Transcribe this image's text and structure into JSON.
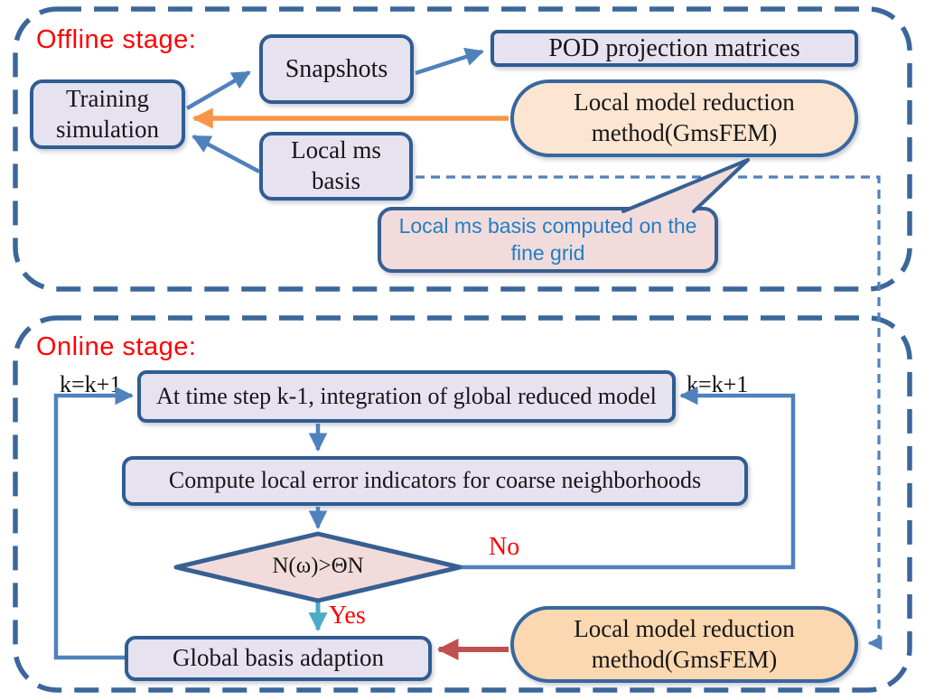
{
  "offline": {
    "label": "Offline stage:",
    "nodes": {
      "training": "Training simulation",
      "snapshots": "Snapshots",
      "pod": "POD projection matrices",
      "gmsfem": "Local model reduction method(GmsFEM)",
      "local_ms": "Local ms basis",
      "callout": "Local ms basis computed on the fine grid"
    }
  },
  "online": {
    "label": "Online stage:",
    "nodes": {
      "integrate": "At time step k-1, integration of global reduced model",
      "compute": "Compute local error indicators for coarse neighborhoods",
      "decision": "N(ω)>ΘN",
      "adapt": "Global basis adaption",
      "gmsfem": "Local model reduction method(GmsFEM)"
    },
    "labels": {
      "k_left": "k=k+1",
      "k_right": "k=k+1",
      "yes": "Yes",
      "no": "No"
    }
  },
  "colors": {
    "container_border": "#3B679B",
    "node_border": "#2F5D92",
    "lavender_fill": "#E6E2F0",
    "peach_fill_offline": "#FCE5D1",
    "peach_fill_online": "#FBD8B0",
    "pink_fill": "#F2DCDB",
    "arrow_blue": "#4F81BD",
    "arrow_orange": "#F79646",
    "arrow_teal": "#4BACC6",
    "arrow_red": "#C0504D",
    "stage_label_red": "#FF0000",
    "callout_text_blue": "#1F7EC5"
  }
}
